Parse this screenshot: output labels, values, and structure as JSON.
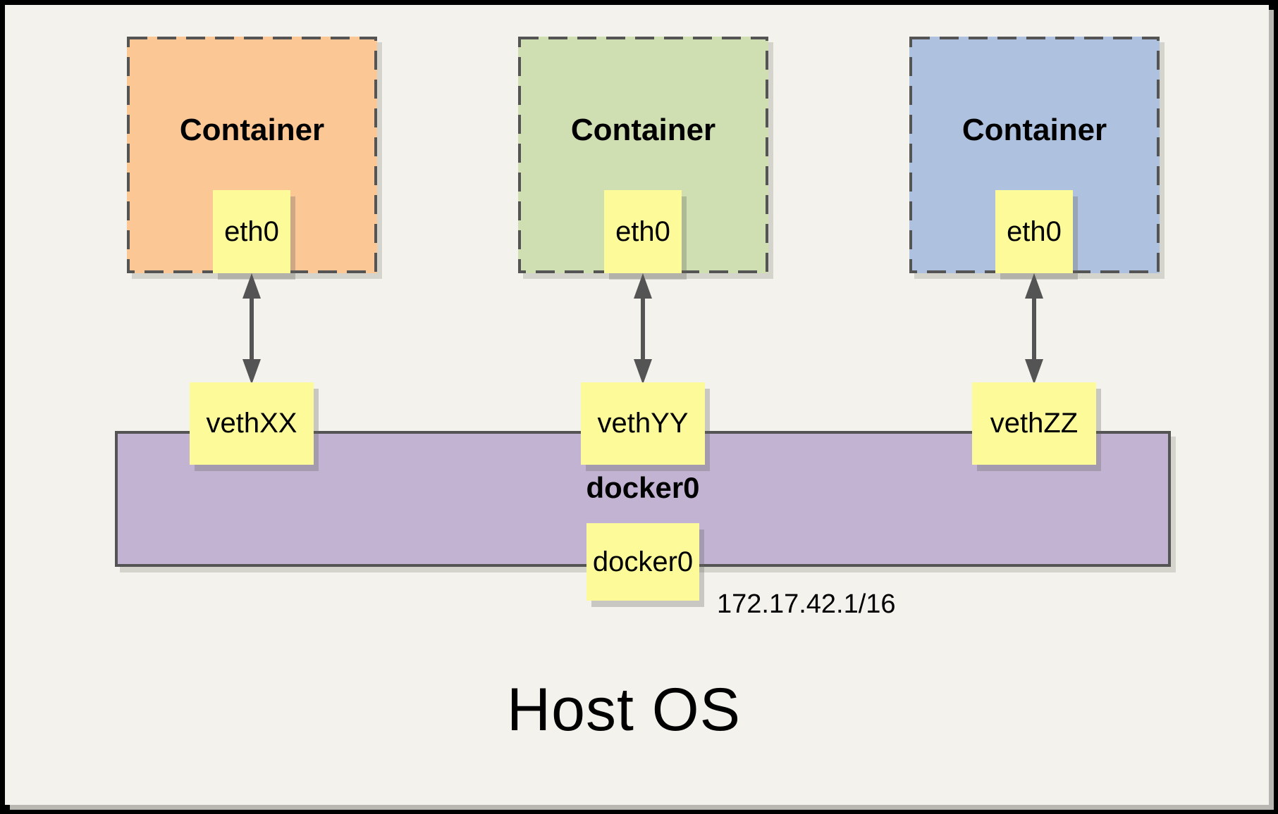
{
  "colors": {
    "frame": "#000000",
    "panel_bg": "#f4f2ec",
    "container_orange": "#fac795",
    "container_green": "#cfdfb2",
    "container_blue": "#aec2df",
    "interface_yellow": "#fdfa9a",
    "bridge_purple": "#c2b3d3",
    "line_gray": "#545454"
  },
  "containers": [
    {
      "label": "Container",
      "interface_label": "eth0",
      "veth_label": "vethXX",
      "color": "#fac795"
    },
    {
      "label": "Container",
      "interface_label": "eth0",
      "veth_label": "vethYY",
      "color": "#cfdfb2"
    },
    {
      "label": "Container",
      "interface_label": "eth0",
      "veth_label": "vethZZ",
      "color": "#aec2df"
    }
  ],
  "bridge": {
    "label": "docker0",
    "interface_label": "docker0",
    "ip": "172.17.42.1/16"
  },
  "host": {
    "label": "Host OS"
  }
}
